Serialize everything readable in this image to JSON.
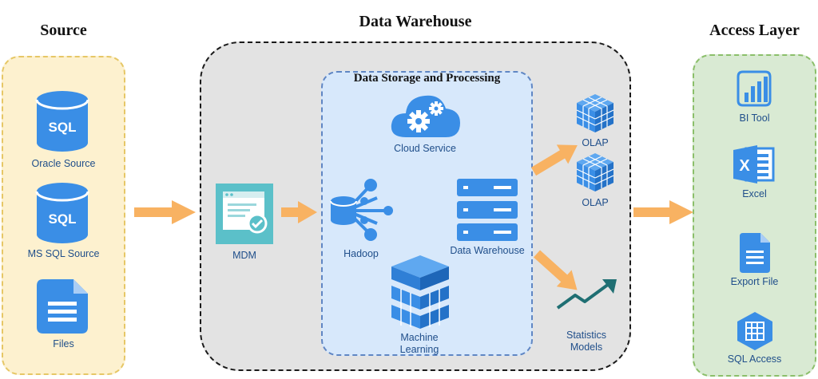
{
  "sections": {
    "source": "Source",
    "data_warehouse": "Data Warehouse",
    "access_layer": "Access Layer",
    "data_storage": "Data Storage and Processing"
  },
  "source_items": {
    "oracle": "Oracle Source",
    "mssql": "MS SQL Source",
    "files": "Files",
    "sql_glyph": "SQL"
  },
  "warehouse_items": {
    "mdm": "MDM",
    "cloud": "Cloud Service",
    "hadoop": "Hadoop",
    "data_warehouse": "Data Warehouse",
    "ml_line1": "Machine",
    "ml_line2": "Learning",
    "olap1": "OLAP",
    "olap2": "OLAP",
    "stats_line1": "Statistics",
    "stats_line2": "Models"
  },
  "access_items": {
    "bi": "BI Tool",
    "excel": "Excel",
    "excel_glyph": "X",
    "export": "Export File",
    "sql_access": "SQL Access"
  },
  "colors": {
    "icon_blue": "#3a8ee6",
    "arrow_orange": "#f8b262",
    "label_blue": "#1f4e8a",
    "source_bg": "#fdf1cf",
    "warehouse_bg": "#e3e3e3",
    "storage_bg": "#d7e8fb",
    "access_bg": "#d9ead3"
  }
}
